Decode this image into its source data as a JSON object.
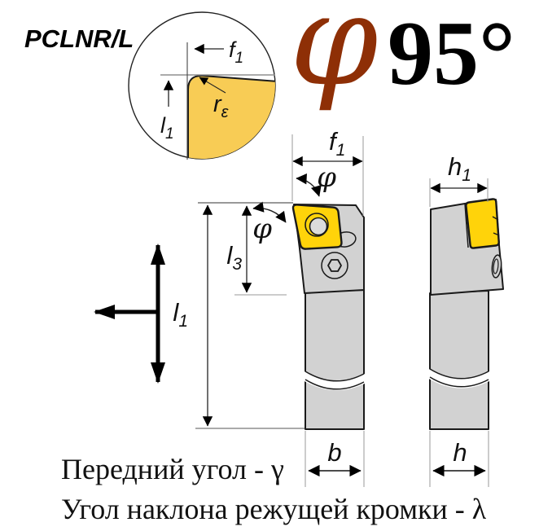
{
  "header": {
    "tool_code": "PCLNR/L",
    "angle_symbol": "φ",
    "angle_value": "95°"
  },
  "detail_view": {
    "f1": {
      "base": "f",
      "sub": "1"
    },
    "l1": {
      "base": "l",
      "sub": "1"
    },
    "re": {
      "base": "r",
      "sub": "ε"
    }
  },
  "front_view": {
    "f1": {
      "base": "f",
      "sub": "1"
    },
    "phi_top": "φ",
    "phi_side": "φ",
    "l3": {
      "base": "l",
      "sub": "3"
    },
    "l1": {
      "base": "l",
      "sub": "1"
    },
    "b": "b"
  },
  "side_view": {
    "h1": {
      "base": "h",
      "sub": "1"
    },
    "h": "h"
  },
  "captions": {
    "line1": "Передний угол - γ",
    "line2": "Угол наклона режущей кромки - λ"
  },
  "colors": {
    "insert_yellow": "#FFD30A",
    "detail_insert_yellow": "#F8CC55",
    "holder_gray": "#D2D2D2",
    "phi_symbol_red": "#8E2F06"
  }
}
